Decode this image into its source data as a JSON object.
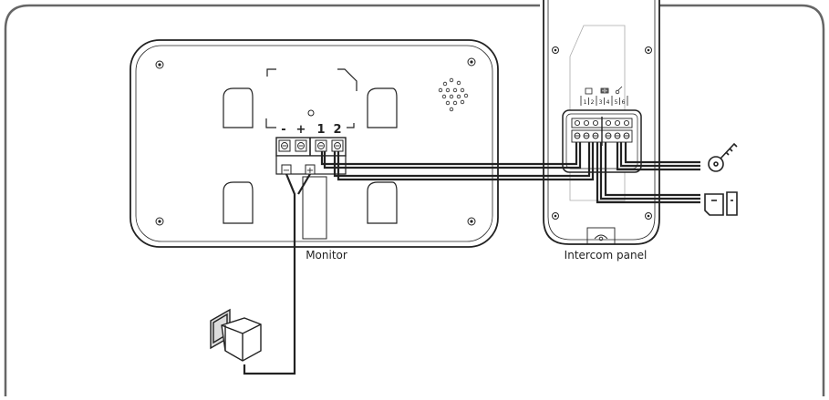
{
  "monitor": {
    "caption": "Monitor",
    "terminal_labels": [
      "-",
      "+",
      "1",
      "2"
    ],
    "power_polarity": [
      "−",
      "+"
    ]
  },
  "intercom": {
    "caption": "Intercom panel",
    "terminal_numbers": [
      "1",
      "2",
      "3",
      "4",
      "5",
      "6"
    ]
  },
  "icons": [
    "lock-key-icon",
    "door-contact-icon",
    "power-adapter-icon",
    "speaker-grille-icon"
  ],
  "colors": {
    "line": "#222222",
    "frame": "#666666",
    "wall_fill": "#dddddd"
  }
}
